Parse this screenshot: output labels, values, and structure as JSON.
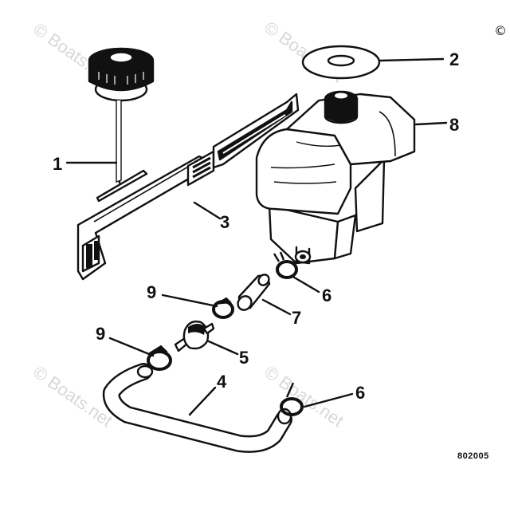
{
  "watermark": "© Boats.net",
  "copyright_symbol": "©",
  "diagram_code": "802005",
  "callouts": {
    "c1": "1",
    "c2": "2",
    "c3": "3",
    "c4": "4",
    "c5": "5",
    "c6a": "6",
    "c6b": "6",
    "c7": "7",
    "c8": "8",
    "c9a": "9",
    "c9b": "9"
  }
}
